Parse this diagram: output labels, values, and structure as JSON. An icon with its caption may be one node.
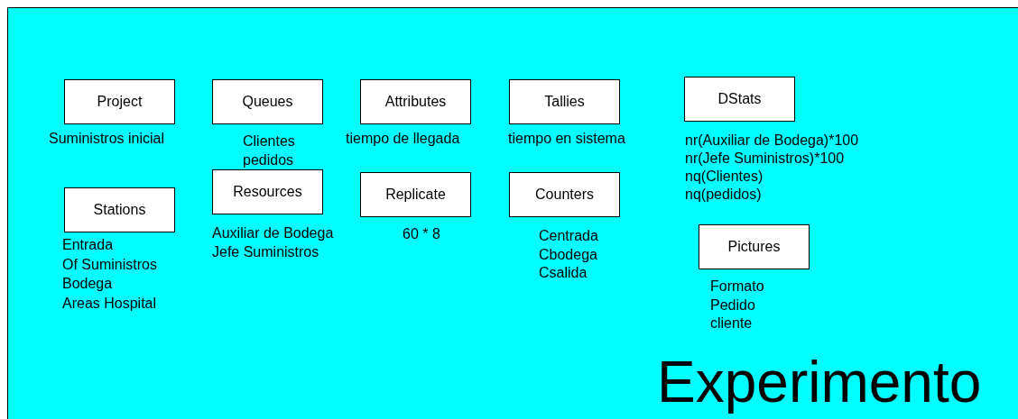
{
  "diagram": {
    "title": "Experimento",
    "nodes": [
      {
        "text": [
          "Project"
        ],
        "beside": [
          "Suministros inicial"
        ]
      },
      {
        "text": [
          "Queues"
        ],
        "beside": [
          "Clientes",
          "pedidos"
        ]
      },
      {
        "text": [
          "Attributes"
        ],
        "beside": [
          "tiempo de llegada"
        ]
      },
      {
        "text": [
          "Tallies"
        ],
        "beside": [
          "tiempo en sistema"
        ]
      },
      {
        "text": [
          "DStats"
        ],
        "beside": [
          "nr(Auxiliar de Bodega)*100",
          "nr(Jefe Suministros)*100",
          "nq(Clientes)",
          "nq(pedidos)"
        ]
      },
      {
        "text": [
          "Stations"
        ],
        "beside": [
          "Entrada",
          "Of Suministros",
          "Bodega",
          "Areas Hospital"
        ]
      },
      {
        "text": [
          "Resources"
        ],
        "beside": [
          "Auxiliar de Bodega",
          "Jefe Suministros"
        ]
      },
      {
        "text": [
          "Replicate"
        ],
        "beside": [
          "60 * 8"
        ]
      },
      {
        "text": [
          "Counters"
        ],
        "beside": [
          "Centrada",
          "Cbodega",
          "Csalida"
        ]
      },
      {
        "text": [
          "Pictures"
        ],
        "beside": [
          "Formato",
          "Pedido",
          "cliente"
        ]
      }
    ]
  }
}
